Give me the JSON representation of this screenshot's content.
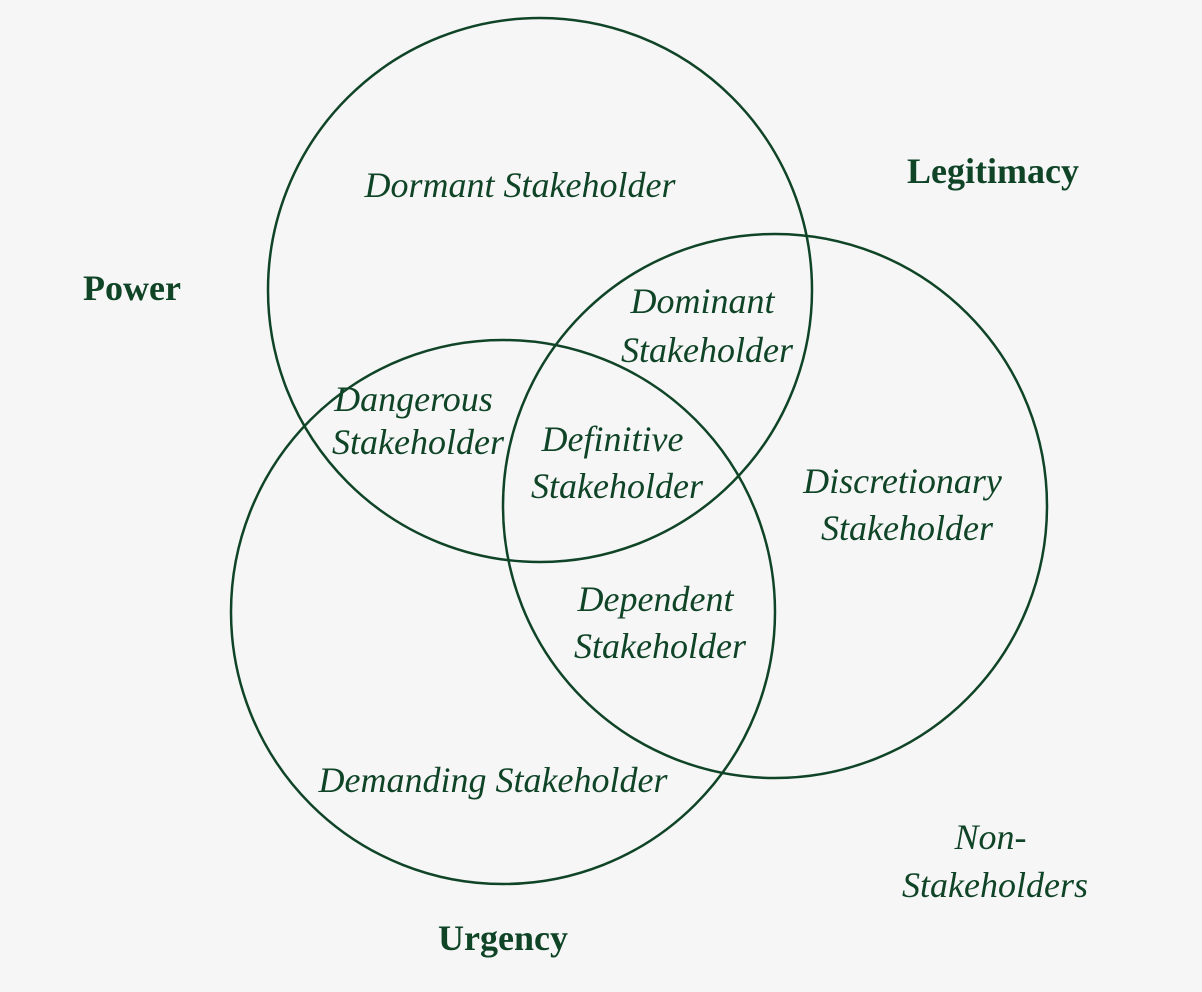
{
  "colors": {
    "ink": "#0f4427",
    "background": "#f6f6f6"
  },
  "sets": {
    "power": "Power",
    "legitimacy": "Legitimacy",
    "urgency": "Urgency"
  },
  "regions": {
    "dormant": [
      "Dormant Stakeholder"
    ],
    "dominant": [
      "Dominant",
      "Stakeholder"
    ],
    "dangerous": [
      "Dangerous",
      "Stakeholder"
    ],
    "definitive": [
      "Definitive",
      "Stakeholder"
    ],
    "discretionary": [
      "Discretionary",
      "Stakeholder"
    ],
    "dependent": [
      "Dependent",
      "Stakeholder"
    ],
    "demanding": [
      "Demanding Stakeholder"
    ],
    "non_stakeholders": [
      "Non-",
      "Stakeholders"
    ]
  }
}
